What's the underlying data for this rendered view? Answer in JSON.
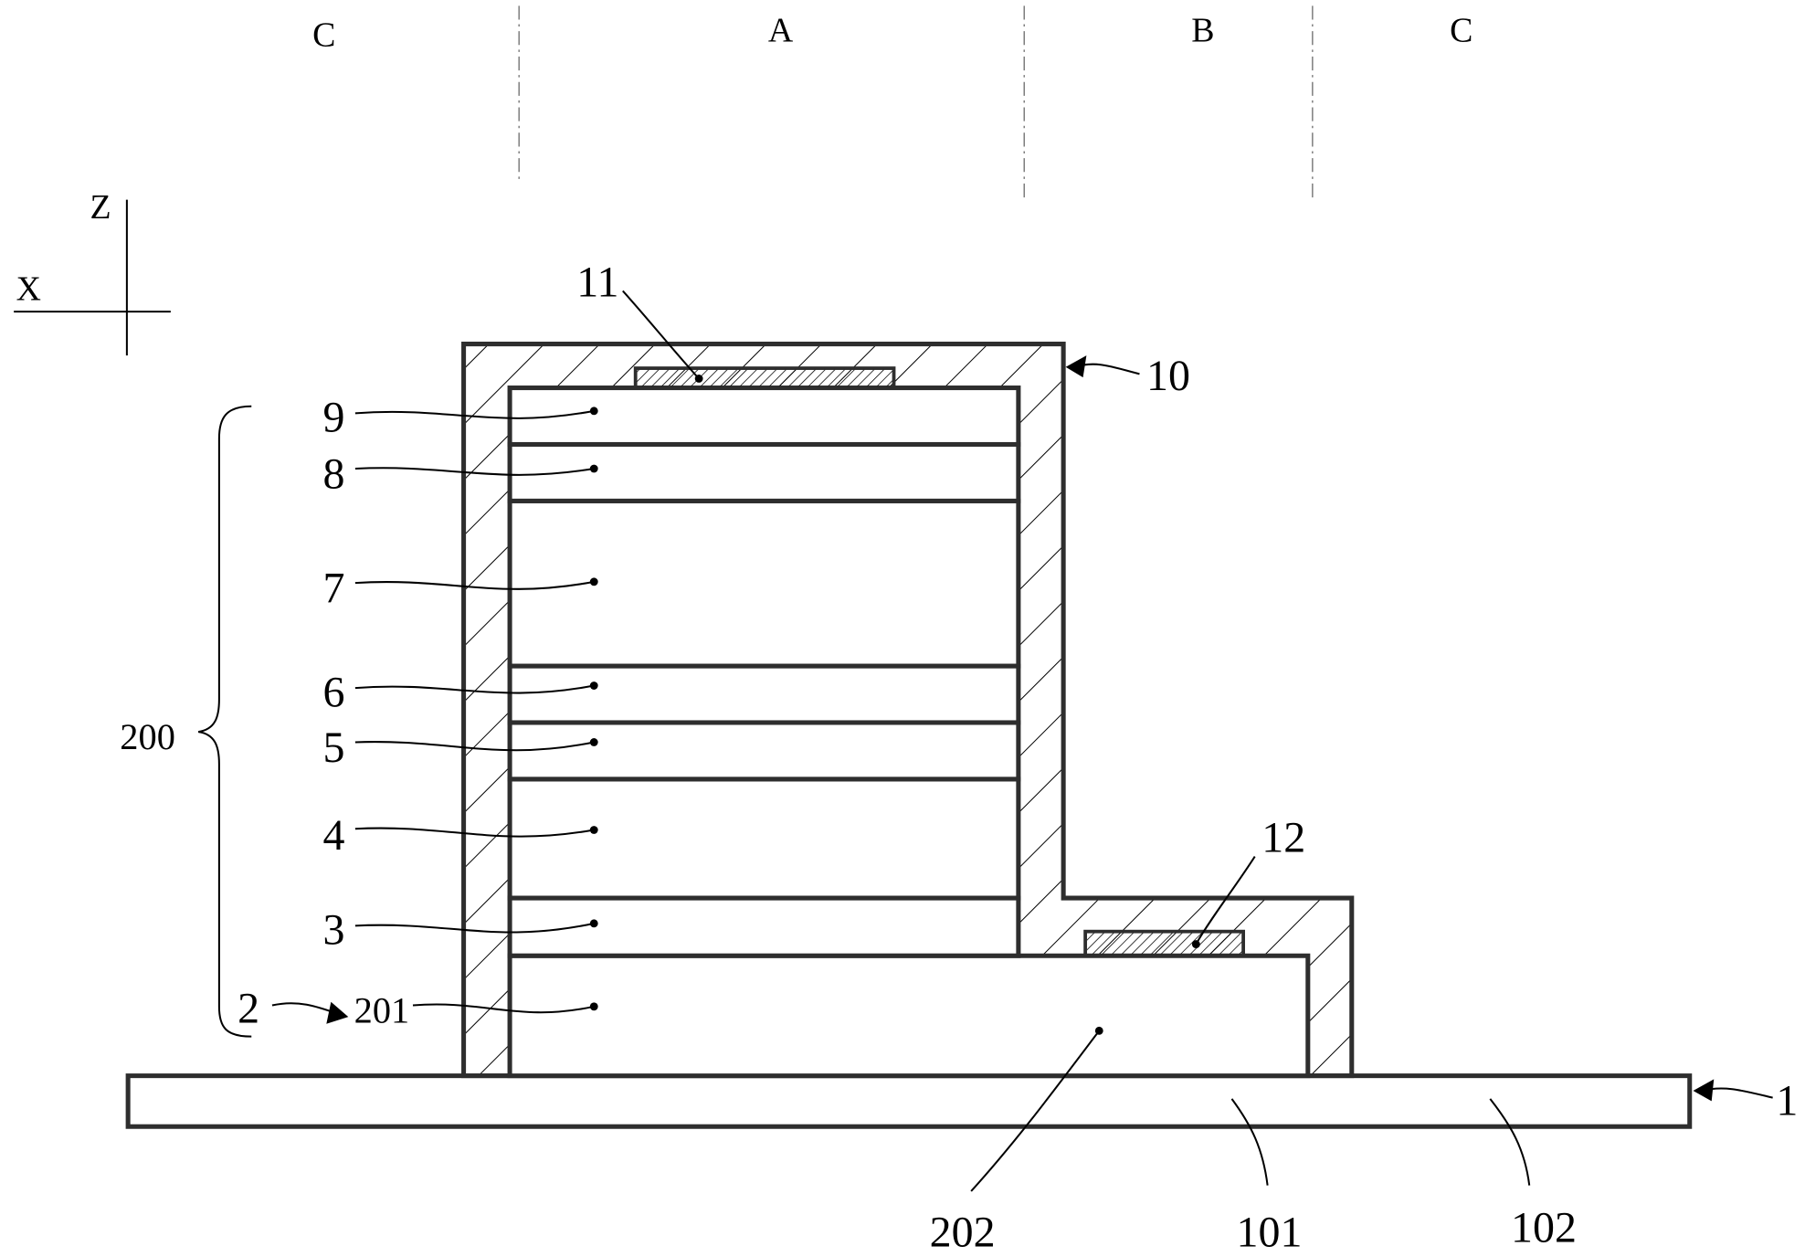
{
  "regions": {
    "c_left": "C",
    "a": "A",
    "b": "B",
    "c_right": "C"
  },
  "axes": {
    "z": "Z",
    "x": "X"
  },
  "labels": {
    "l1": "1",
    "l2": "2",
    "l3": "3",
    "l4": "4",
    "l5": "5",
    "l6": "6",
    "l7": "7",
    "l8": "8",
    "l9": "9",
    "l10": "10",
    "l11": "11",
    "l12": "12",
    "l101": "101",
    "l102": "102",
    "l200": "200",
    "l201": "201",
    "l202": "202"
  },
  "colors": {
    "outline": "#2e2e2e",
    "hatch": "#000000",
    "background": "#ffffff"
  }
}
